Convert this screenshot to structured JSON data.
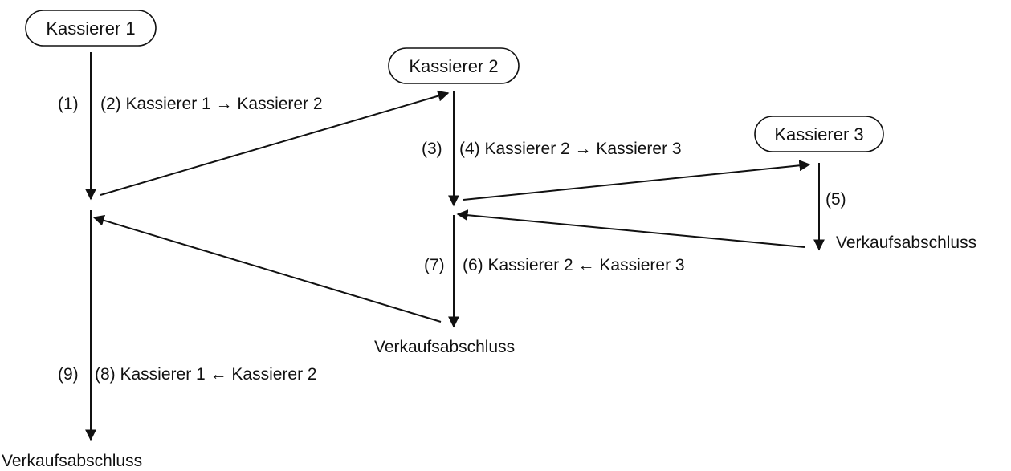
{
  "nodes": {
    "cashier1": "Kassierer 1",
    "cashier2": "Kassierer 2",
    "cashier3": "Kassierer 3"
  },
  "steps": {
    "s1": "(1)",
    "s2": "(2) Kassierer 1 → Kassierer 2",
    "s3": "(3)",
    "s4": "(4) Kassierer 2 → Kassierer 3",
    "s5": "(5)",
    "s6": "(6) Kassierer 2 ← Kassierer 3",
    "s7": "(7)",
    "s8": "(8) Kassierer 1 ← Kassierer 2",
    "s9": "(9)"
  },
  "endings": {
    "end1": "Verkaufsabschluss",
    "end2": "Verkaufsabschluss",
    "end3": "Verkaufsabschluss"
  }
}
